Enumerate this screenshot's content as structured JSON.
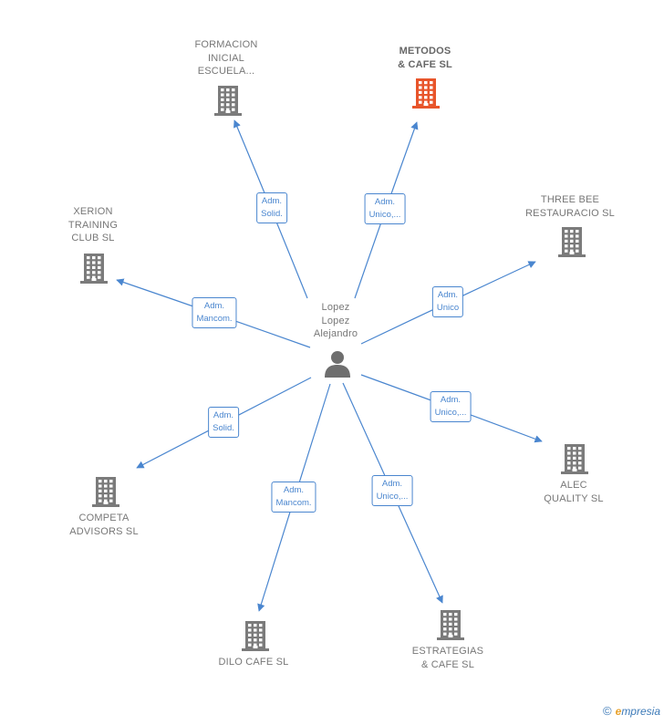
{
  "center": {
    "label_lines": [
      "Lopez",
      "Lopez",
      "Alejandro"
    ]
  },
  "companies": [
    {
      "id": "formacion",
      "label_lines": [
        "FORMACION",
        "INICIAL",
        "ESCUELA..."
      ],
      "highlight": false,
      "edge_label_lines": [
        "Adm.",
        "Solid."
      ]
    },
    {
      "id": "metodos",
      "label_lines": [
        "METODOS",
        "& CAFE  SL"
      ],
      "highlight": true,
      "edge_label_lines": [
        "Adm.",
        "Unico,..."
      ]
    },
    {
      "id": "threebee",
      "label_lines": [
        "THREE BEE",
        "RESTAURACIO SL"
      ],
      "highlight": false,
      "edge_label_lines": [
        "Adm.",
        "Unico"
      ]
    },
    {
      "id": "alec",
      "label_lines": [
        "ALEC",
        "QUALITY  SL"
      ],
      "highlight": false,
      "edge_label_lines": [
        "Adm.",
        "Unico,..."
      ]
    },
    {
      "id": "estrategias",
      "label_lines": [
        "ESTRATEGIAS",
        "& CAFE  SL"
      ],
      "highlight": false,
      "edge_label_lines": [
        "Adm.",
        "Unico,..."
      ]
    },
    {
      "id": "dilo",
      "label_lines": [
        "DILO CAFE  SL"
      ],
      "highlight": false,
      "edge_label_lines": [
        "Adm.",
        "Mancom."
      ]
    },
    {
      "id": "competa",
      "label_lines": [
        "COMPETA",
        "ADVISORS  SL"
      ],
      "highlight": false,
      "edge_label_lines": [
        "Adm.",
        "Solid."
      ]
    },
    {
      "id": "xerion",
      "label_lines": [
        "XERION",
        "TRAINING",
        "CLUB  SL"
      ],
      "highlight": false,
      "edge_label_lines": [
        "Adm.",
        "Mancom."
      ]
    }
  ],
  "colors": {
    "edge": "#4a86cf",
    "building": "#7b7b7b",
    "building_highlight": "#e8552b",
    "person": "#6e6e6e"
  },
  "footer": {
    "copyright": "©",
    "brand_initial": "e",
    "brand_rest": "mpresia"
  }
}
